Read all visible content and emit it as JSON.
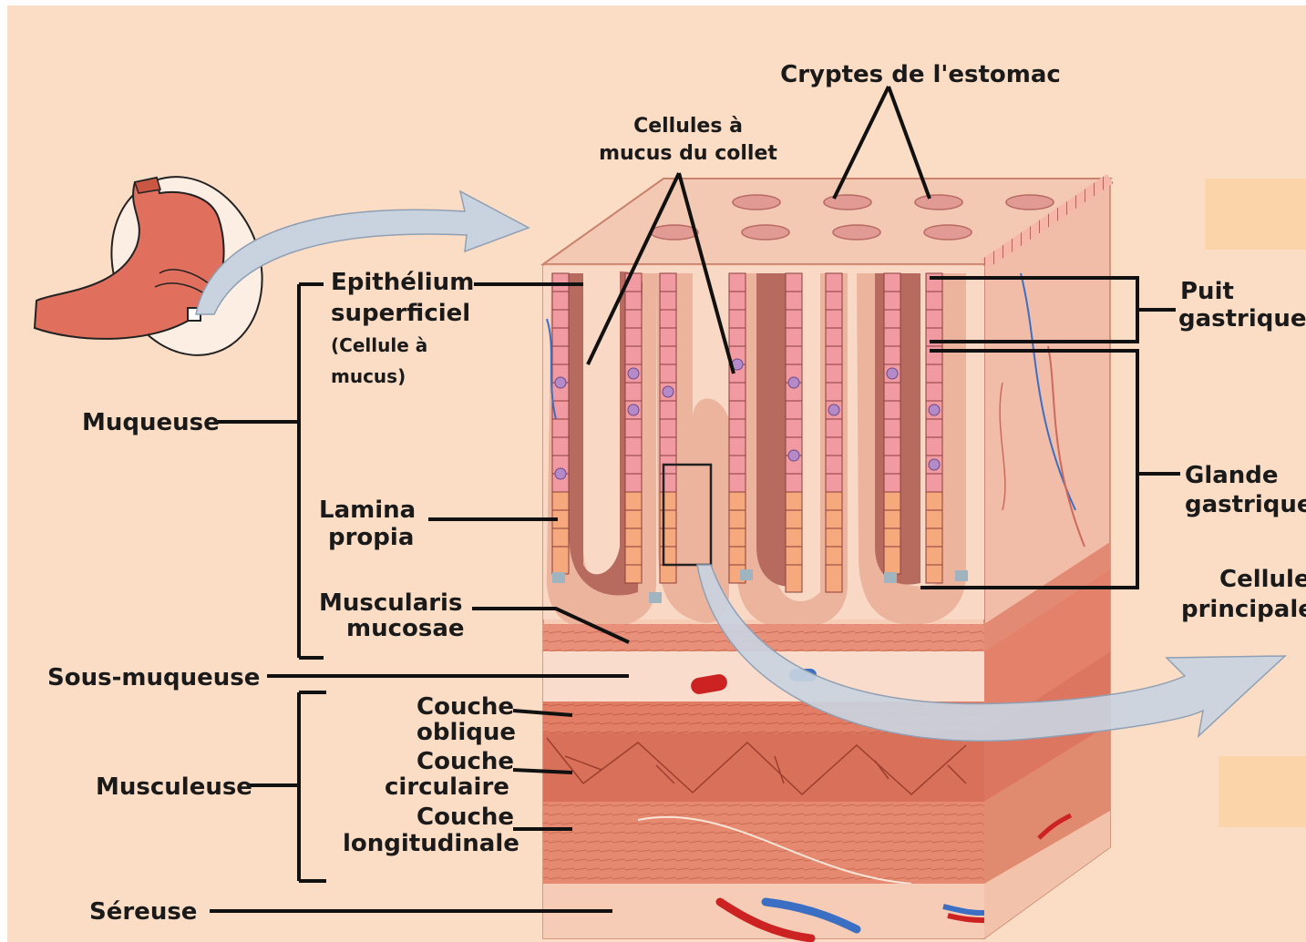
{
  "diagram": {
    "colors": {
      "background": "#fbdcc5",
      "tissue": "#e89a86",
      "muscle": "#d9705a",
      "pit_fill": "#b96a5e",
      "cell_pink": "#f29aa2",
      "cell_orange": "#f6a97d",
      "vein": "#3a6fc4",
      "artery": "#cc2222",
      "arrow": "#c9d3df",
      "leader": "#111111"
    },
    "labels": {
      "cryptes": "Cryptes de l'estomac",
      "cellules_mucus": [
        "Cellules à",
        "mucus du collet"
      ],
      "epithelium": [
        "Epithélium",
        "superficiel",
        "(Cellule à",
        "mucus)"
      ],
      "muqueuse": "Muqueuse",
      "lamina": [
        "Lamina",
        "propia"
      ],
      "muscularis": [
        "Muscularis",
        "mucosae"
      ],
      "sous_muqueuse": "Sous-muqueuse",
      "couche_oblique": [
        "Couche",
        "oblique"
      ],
      "couche_circulaire": [
        "Couche",
        "circulaire"
      ],
      "couche_longitudinale": [
        "Couche",
        "longitudinale"
      ],
      "musculeuse": "Musculeuse",
      "sereuse": "Séreuse",
      "puit": [
        "Puit",
        "gastrique"
      ],
      "glande": [
        "Glande",
        "gastrique"
      ],
      "cellule_principale": [
        "Cellule",
        "principale"
      ]
    }
  }
}
